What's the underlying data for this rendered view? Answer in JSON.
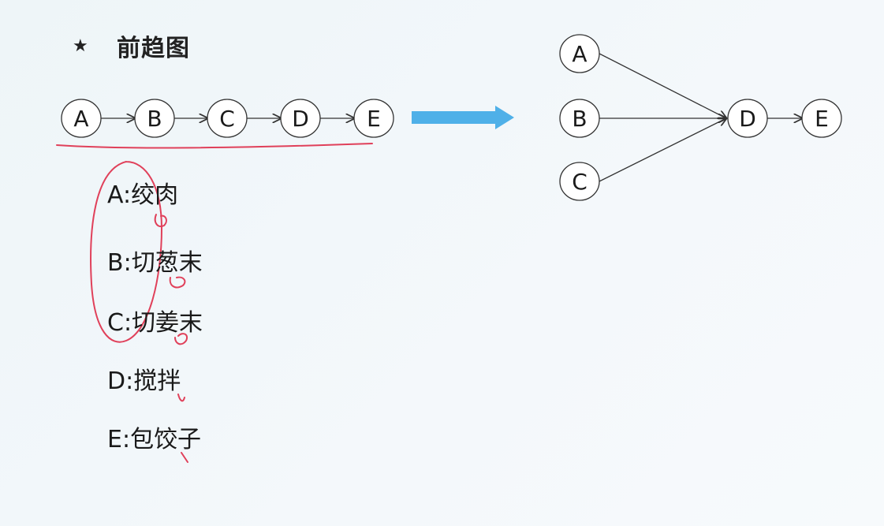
{
  "title": {
    "star": "★",
    "text": "前趋图"
  },
  "chain": {
    "nodes": [
      "A",
      "B",
      "C",
      "D",
      "E"
    ]
  },
  "graph": {
    "sources": [
      "A",
      "B",
      "C"
    ],
    "merge": "D",
    "end": "E"
  },
  "steps": [
    {
      "text": "A:绞肉"
    },
    {
      "text": "B:切葱末"
    },
    {
      "text": "C:切姜末"
    },
    {
      "text": "D:搅拌"
    },
    {
      "text": "E:包饺子"
    }
  ],
  "colors": {
    "node_stroke": "#333333",
    "arrow_fill": "#4fb0e8",
    "annotation": "#e0405a",
    "text": "#1a1a1a"
  }
}
